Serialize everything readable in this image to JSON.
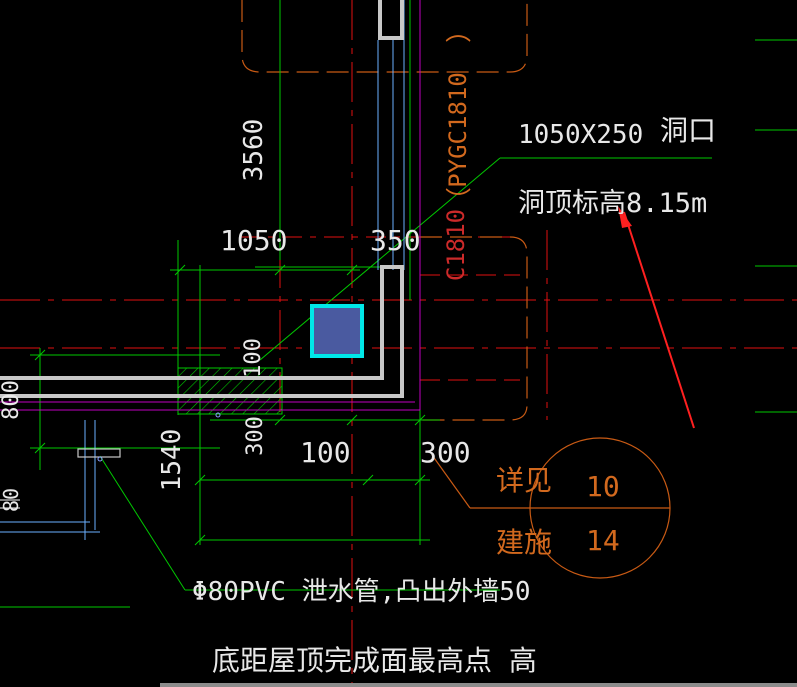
{
  "colors": {
    "background": "#000000",
    "green": "#00c800",
    "red": "#e01010",
    "white": "#d8d8d8",
    "magenta": "#c000c0",
    "cyan": "#00e8e8",
    "orange": "#c85a14",
    "opening_fill": "#4a5aa0",
    "arrow": "#ff2020"
  },
  "dimensions": {
    "d3560": "3560",
    "d1050": "1050",
    "d350": "350",
    "d100_vertical": "100",
    "d300_vertical": "300",
    "d100": "100",
    "d300": "300",
    "d1540": "1540",
    "d800": "800",
    "d80": "80"
  },
  "labels": {
    "window_pygc": "PYGC1810",
    "window_paren_open": "（",
    "window_paren_close": "）",
    "window_c1810": "C1810",
    "opening_size": "1050X250",
    "opening_name": "洞口",
    "opening_top_elevation": "洞顶标高8.15m",
    "drain_pipe": "Φ80PVC  泄水管,凸出外墙50",
    "drain_bottom": "底距屋顶完成面最高点 高",
    "detail_see": "详见",
    "detail_architecture": "建施",
    "detail_number": "10",
    "detail_sheet": "14"
  }
}
